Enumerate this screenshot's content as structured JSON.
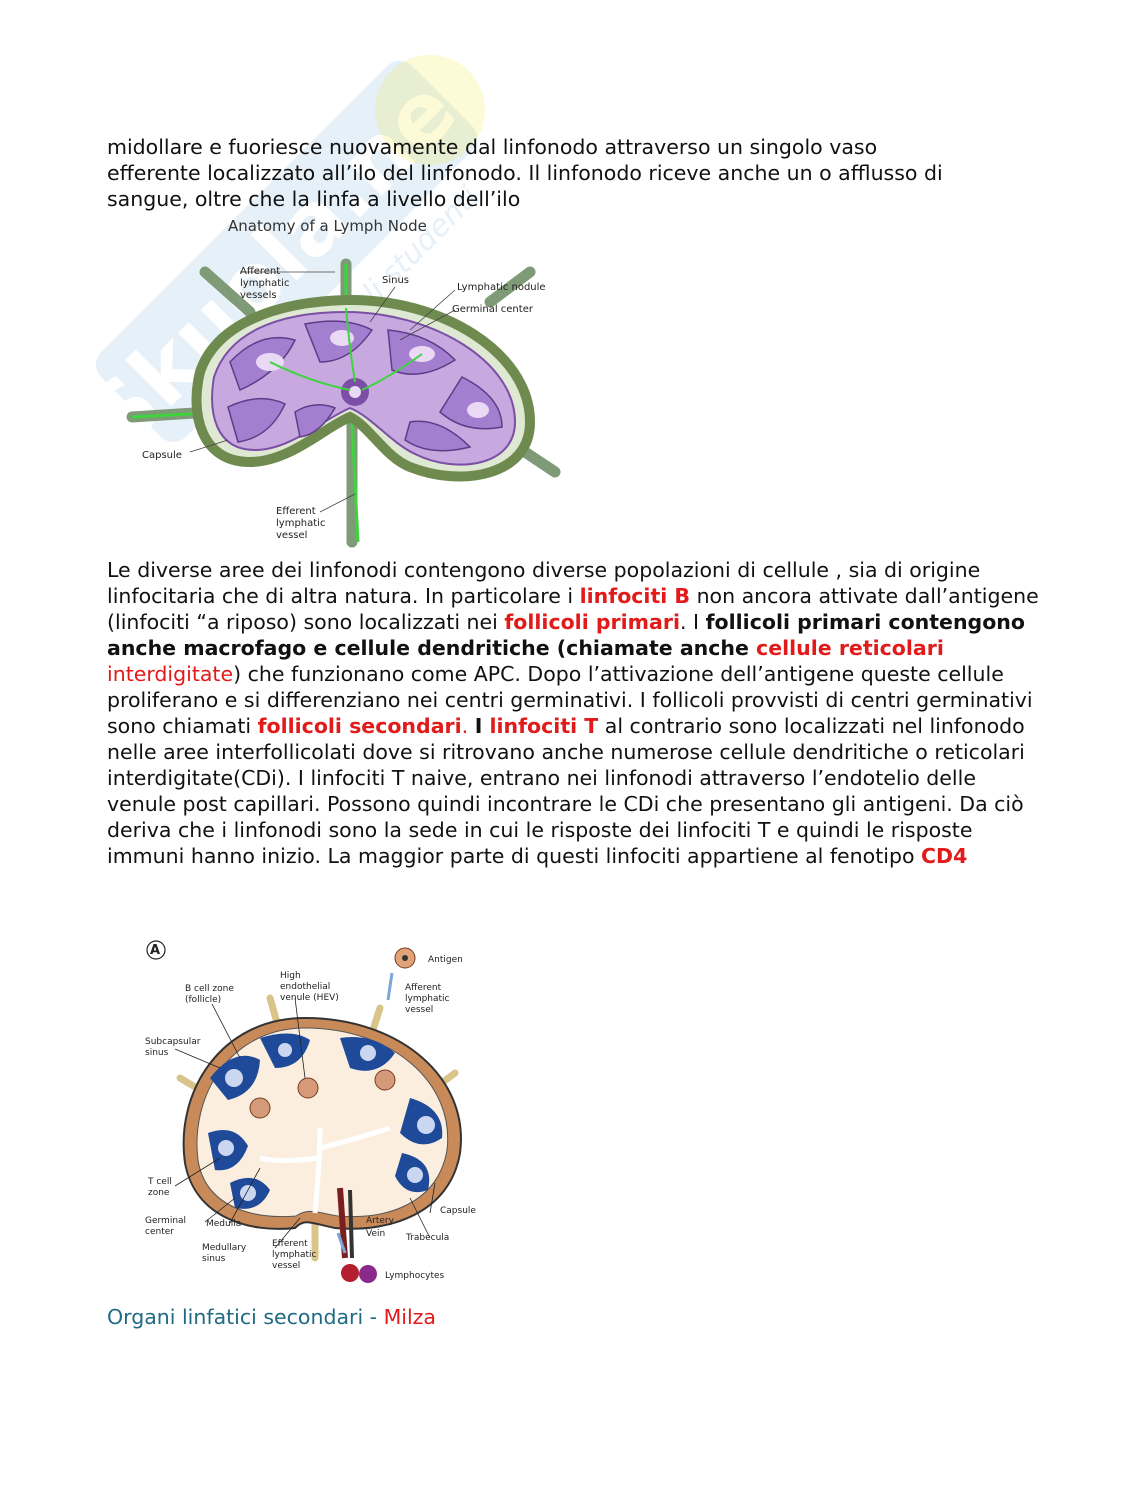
{
  "watermark": {
    "text": "Skuola.net",
    "subtext": "il portale degli studenti"
  },
  "intro": {
    "line1": "midollare e fuoriesce nuovamente dal linfonodo attraverso un singolo vaso",
    "line2": "efferente localizzato all’ilo del linfonodo. Il linfonodo riceve anche un o afflusso di",
    "line3": "sangue, oltre che la linfa a livello dell’ilo"
  },
  "figure1": {
    "title": "Anatomy of a Lymph Node",
    "labels": {
      "afferent": [
        "Afferent",
        "lymphatic",
        "vessels"
      ],
      "sinus": "Sinus",
      "nodule": "Lymphatic nodule",
      "germinal": "Germinal center",
      "capsule": "Capsule",
      "efferent": [
        "Efferent",
        "lymphatic",
        "vessel"
      ]
    }
  },
  "paragraph": {
    "s1": "Le diverse aree dei linfonodi contengono diverse popolazioni di cellule , sia di origine linfocitaria che di altra natura. In particolare i ",
    "s2": "linfociti B",
    "s3": " non ancora attivate dall’antigene (linfociti “a riposo) sono localizzati nei ",
    "s4": "follicoli primari",
    "s5": ". I ",
    "s6": "follicoli primari contengono anche macrofago e cellule dendritiche (chiamate anche ",
    "s7": "cellule reticolari",
    "s8": " interdigitate",
    "s9": ") che funzionano come APC. Dopo l’attivazione dell’antigene queste cellule proliferano e si differenziano nei centri germinativi. I follicoli provvisti di centri germinativi sono chiamati ",
    "s10": "follicoli secondari",
    "s11": ". ",
    "s12": "I ",
    "s13": "linfociti T",
    "s14": " al contrario sono localizzati nel linfonodo nelle aree interfollicolati dove si ritrovano anche numerose cellule dendritiche o reticolari interdigitate(CDi). I linfociti T naive, entrano nei linfonodi attraverso l’endotelio delle venule post capillari. Possono quindi incontrare le CDi che presentano gli antigeni. Da ciò deriva che i linfonodi sono la sede in cui le risposte dei linfociti T e quindi le risposte immuni hanno inizio. La maggior parte di questi linfociti appartiene al fenotipo ",
    "s15": "CD4"
  },
  "figure2": {
    "panel": "A",
    "labels": {
      "antigen": "Antigen",
      "hev": [
        "High",
        "endothelial",
        "venule (HEV)"
      ],
      "bzone": [
        "B cell zone",
        "(follicle)"
      ],
      "afferent": [
        "Afferent",
        "lymphatic",
        "vessel"
      ],
      "subcap": [
        "Subcapsular",
        "sinus"
      ],
      "tzone": [
        "T cell",
        "zone"
      ],
      "germinal": [
        "Germinal",
        "center"
      ],
      "medulla": "Medulla",
      "medsinus": [
        "Medullary",
        "sinus"
      ],
      "efferent": [
        "Efferent",
        "lymphatic",
        "vessel"
      ],
      "artery": "Artery",
      "vein": "Vein",
      "capsule": "Capsule",
      "trabecula": "Trabecula",
      "lymphocytes": "Lymphocytes"
    }
  },
  "footer": {
    "heading": "Organi linfatici secondari - ",
    "highlight": "Milza"
  }
}
